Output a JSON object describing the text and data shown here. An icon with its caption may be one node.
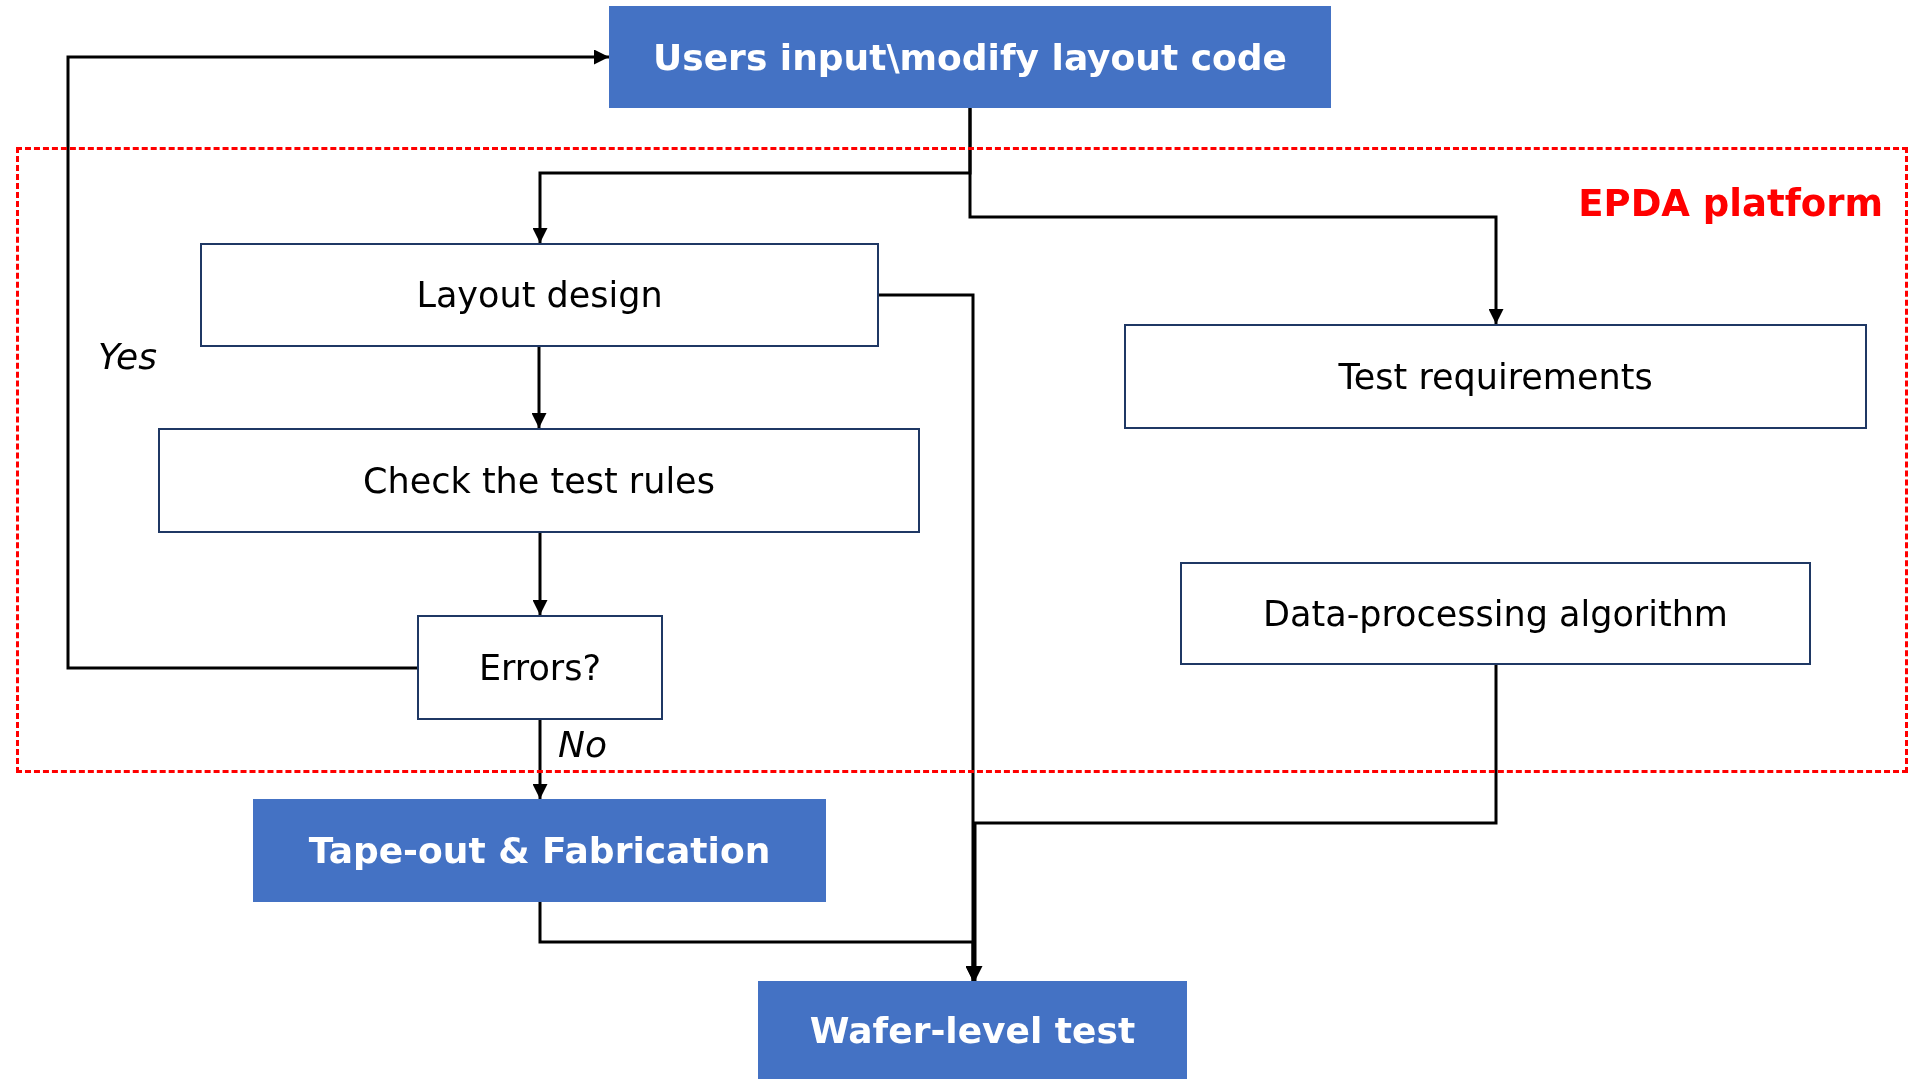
{
  "diagram": {
    "nodes": [
      {
        "text": [
          "Users input\\modify layout code"
        ]
      },
      {
        "text": [
          "EPDA platform"
        ]
      },
      {
        "text": [
          "Layout design"
        ],
        "in": 1
      },
      {
        "text": [
          "Check the test rules"
        ],
        "in": 1
      },
      {
        "text": [
          "Errors?"
        ],
        "in": 1
      },
      {
        "text": [
          "Test requirements"
        ],
        "in": 1
      },
      {
        "text": [
          "Data-processing algorithm"
        ],
        "in": 1
      },
      {
        "text": [
          "Tape-out & Fabrication"
        ]
      },
      {
        "text": [
          "Wafer-level test"
        ]
      }
    ],
    "edges": [
      {
        "from": 0,
        "to": 2,
        "arrow": "to"
      },
      {
        "from": 0,
        "to": 5,
        "arrow": "to"
      },
      {
        "from": 2,
        "to": 3,
        "arrow": "to"
      },
      {
        "from": 3,
        "to": 4,
        "arrow": "to"
      },
      {
        "from": 4,
        "to": 0,
        "arrow": "to",
        "label": "Yes"
      },
      {
        "from": 4,
        "to": 7,
        "arrow": "to",
        "label": "No"
      },
      {
        "from": 2,
        "to": 8,
        "arrow": "to"
      },
      {
        "from": 6,
        "to": 8,
        "arrow": "to"
      },
      {
        "from": 7,
        "to": 8,
        "arrow": "to"
      }
    ]
  }
}
